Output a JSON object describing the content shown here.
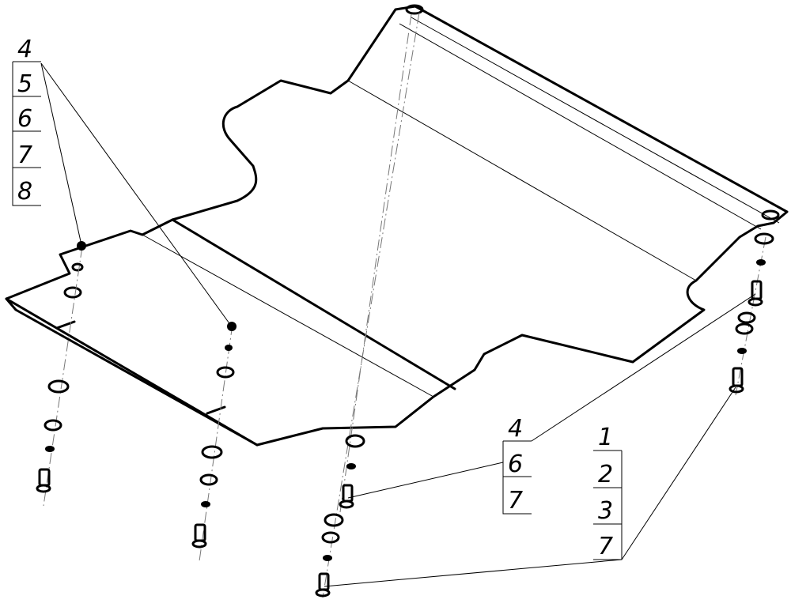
{
  "callouts": {
    "top_left": [
      "4",
      "5",
      "6",
      "7",
      "8"
    ],
    "center": [
      "4",
      "6",
      "7"
    ],
    "right": [
      "1",
      "2",
      "3",
      "7"
    ]
  }
}
